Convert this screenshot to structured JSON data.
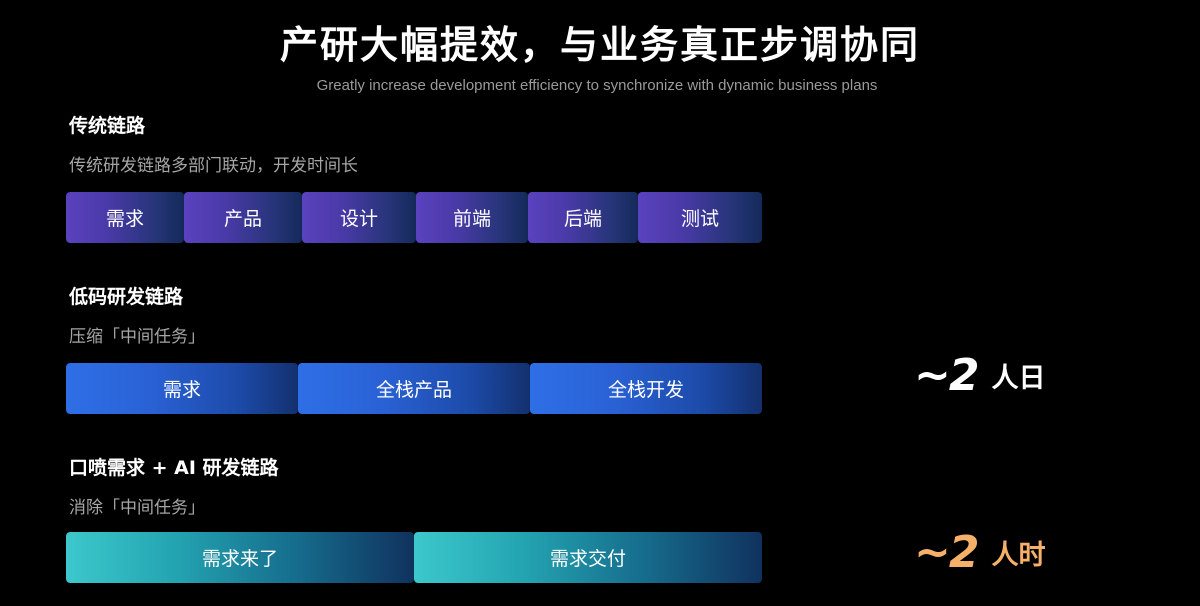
{
  "header": {
    "title": "产研大幅提效，与业务真正步调协同",
    "subtitle": "Greatly increase development efficiency to synchronize with dynamic business plans"
  },
  "sections": [
    {
      "title": "传统链路",
      "description": "传统研发链路多部门联动，开发时间长",
      "steps": [
        "需求",
        "产品",
        "设计",
        "前端",
        "后端",
        "测试"
      ]
    },
    {
      "title": "低码研发链路",
      "description": "压缩「中间任务」",
      "steps": [
        "需求",
        "全栈产品",
        "全栈开发"
      ],
      "metric": {
        "value": "~2",
        "unit": "人日"
      }
    },
    {
      "title": "口喷需求 + AI 研发链路",
      "description": "消除「中间任务」",
      "steps": [
        "需求来了",
        "需求交付"
      ],
      "metric": {
        "value": "~2",
        "unit": "人时"
      }
    }
  ],
  "colors": {
    "background": "#000000",
    "traditional": "#5a42be",
    "lowcode": "#2e6fe6",
    "ai": "#3cc8cc",
    "metric_white": "#ffffff",
    "metric_orange": "#f5b06a"
  }
}
